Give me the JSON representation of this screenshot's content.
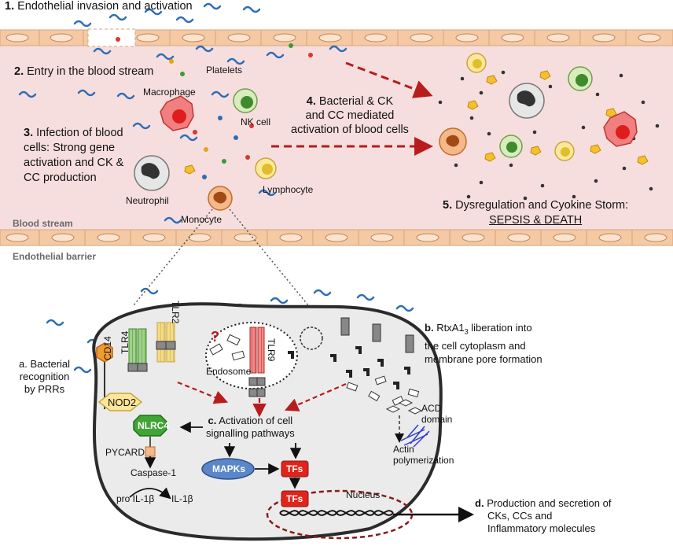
{
  "steps": {
    "s1": {
      "num": "1.",
      "text": "Endothelial invasion and activation"
    },
    "s2": {
      "num": "2.",
      "text": "Entry in the blood stream"
    },
    "s3": {
      "num": "3.",
      "line1": "Infection of blood",
      "line2": "cells: Strong gene",
      "line3": "activation and CK &",
      "line4": "CC production"
    },
    "s4": {
      "num": "4.",
      "line1": "Bacterial & CK",
      "line2": "and CC mediated",
      "line3": "activation of blood cells"
    },
    "s5": {
      "num": "5.",
      "line1": "Dysregulation and Cyokine Storm:",
      "line2": "SEPSIS & DEATH"
    }
  },
  "cells": {
    "platelets": "Platelets",
    "macrophage": "Macrophage",
    "nk": "NK cell",
    "lymphocyte": "Lymphocyte",
    "neutrophil": "Neutrophil",
    "monocyte": "Monocyte"
  },
  "regions": {
    "blood_stream": "Blood stream",
    "endothelial_barrier": "Endothelial barrier"
  },
  "receptors": {
    "cd14": "CD14",
    "tlr4": "TLR4",
    "tlr2": "TLR2",
    "tlr9": "TLR9",
    "nod2": "NOD2",
    "endosome": "Endosome",
    "question": "?"
  },
  "labels": {
    "a_letter": "a.",
    "a_line1": "Bacterial",
    "a_line2": "recognition",
    "a_line3": "by PRRs",
    "b_letter": "b.",
    "b_line1_pre": "RtxA1",
    "b_line1_sub": "3",
    "b_line1_post": " liberation into",
    "b_line2": "the cell cytoplasm and",
    "b_line3": "membrane pore formation",
    "c_letter": "c.",
    "c_line1": "Activation of cell",
    "c_line2": "signalling pathways",
    "d_letter": "d.",
    "d_line1": "Production and secretion of",
    "d_line2": "CKs, CCs and",
    "d_line3": "Inflammatory molecules",
    "acd1": "ACD",
    "acd2": "domain",
    "actin1": "Actin",
    "actin2": "polymerization",
    "nlrc4": "NLRC4",
    "pycard": "PYCARD",
    "caspase": "Caspase-1",
    "pro_il": "pro IL-1β",
    "il": "IL-1β",
    "mapks": "MAPKs",
    "tfs": "TFs",
    "tfs2": "TFs",
    "nucleus": "Nucleus"
  },
  "colors": {
    "vessel_fill": "#f7dede",
    "vessel_border": "#d9a47a",
    "arrow_red": "#b81c1c",
    "nlrc4_green": "#3fa535",
    "tf_red": "#e0241b",
    "mapk_blue": "#3e6fb6"
  }
}
